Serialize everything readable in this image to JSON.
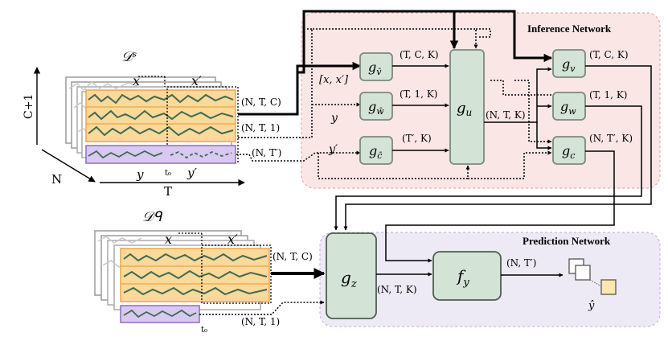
{
  "support_set": {
    "label": "𝒟ˢ",
    "x": "x",
    "x_prime": "x′",
    "y": "y",
    "y_prime": "y′",
    "t0": "t₀",
    "axis_c": "C+1",
    "axis_t": "T",
    "axis_n": "N"
  },
  "query_set": {
    "label": "𝒟ᑫ",
    "x": "x",
    "x_prime": "x′",
    "t0": "t₀"
  },
  "inference_network": {
    "title": "Inference Network",
    "input_labels": {
      "xx": "[x, x′]",
      "y": "y",
      "yp": "y′"
    },
    "shapes_in": {
      "ntc": "(N, T, C)",
      "nt1": "(N, T, 1)",
      "ntp": "(N, T′)"
    },
    "g_v_bar": "g",
    "g_v_bar_sub": "v̄",
    "g_v_bar_out": "(T, C, K)",
    "g_w_bar": "g",
    "g_w_bar_sub": "w̄",
    "g_w_bar_out": "(T, 1, K)",
    "g_c_bar": "g",
    "g_c_bar_sub": "c̄",
    "g_c_bar_out": "(T′, K)",
    "g_u": "g",
    "g_u_sub": "u",
    "g_u_out": "(N, T, K)",
    "g_v": "g",
    "g_v_sub": "v",
    "g_v_out": "(T, C, K)",
    "g_w": "g",
    "g_w_sub": "w",
    "g_w_out": "(T, 1, K)",
    "g_c": "g",
    "g_c_sub": "c",
    "g_c_out": "(N, T′, K)"
  },
  "prediction_network": {
    "title": "Prediction Network",
    "q_ntc": "(N, T, C)",
    "q_nt1": "(N, T, 1)",
    "g_z": "g",
    "g_z_sub": "z",
    "g_z_out": "(N, T, K)",
    "f_y": "f",
    "f_y_sub": "y",
    "f_y_out": "(N, T′)",
    "y_hat": "ŷ"
  },
  "colors": {
    "inference_bg": "#fbe6e6",
    "inference_border": "#e6a9a9",
    "prediction_bg": "#eeeaf5",
    "prediction_border": "#c9b7d9",
    "module_fill": "#d3e3d6",
    "module_stroke": "#7a8a7c",
    "orange": "#fbd99a",
    "purple": "#d9c8f2",
    "series": "#3f6a4f"
  }
}
